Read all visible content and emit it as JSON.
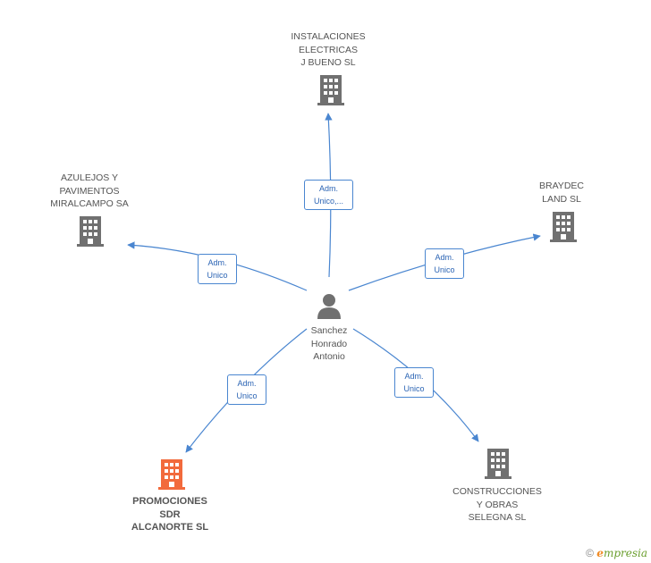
{
  "colors": {
    "edge": "#4a86d0",
    "building": "#707070",
    "building_highlight": "#f26a3c",
    "person": "#707070"
  },
  "center": {
    "name_lines": [
      "Sanchez",
      "Honrado",
      "Antonio"
    ],
    "icon": "person-icon"
  },
  "companies": [
    {
      "id": "instalaciones",
      "name_lines": [
        "INSTALACIONES",
        "ELECTRICAS",
        "J BUENO SL"
      ],
      "icon": "building-icon",
      "highlight": false
    },
    {
      "id": "azulejos",
      "name_lines": [
        "AZULEJOS Y",
        "PAVIMENTOS",
        "MIRALCAMPO SA"
      ],
      "icon": "building-icon",
      "highlight": false
    },
    {
      "id": "braydec",
      "name_lines": [
        "BRAYDEC",
        "LAND SL"
      ],
      "icon": "building-icon",
      "highlight": false
    },
    {
      "id": "promociones",
      "name_lines": [
        "PROMOCIONES",
        "SDR",
        "ALCANORTE SL"
      ],
      "icon": "building-icon",
      "highlight": true
    },
    {
      "id": "construcciones",
      "name_lines": [
        "CONSTRUCCIONES",
        "Y OBRAS",
        "SELEGNA SL"
      ],
      "icon": "building-icon",
      "highlight": false
    }
  ],
  "edges": [
    {
      "target": "instalaciones",
      "label_lines": [
        "Adm.",
        "Unico,..."
      ]
    },
    {
      "target": "azulejos",
      "label_lines": [
        "Adm.",
        "Unico"
      ]
    },
    {
      "target": "braydec",
      "label_lines": [
        "Adm.",
        "Unico"
      ]
    },
    {
      "target": "promociones",
      "label_lines": [
        "Adm.",
        "Unico"
      ]
    },
    {
      "target": "construcciones",
      "label_lines": [
        "Adm.",
        "Unico"
      ]
    }
  ],
  "brand": {
    "copyright": "©",
    "e": "e",
    "rest": "mpresia"
  }
}
